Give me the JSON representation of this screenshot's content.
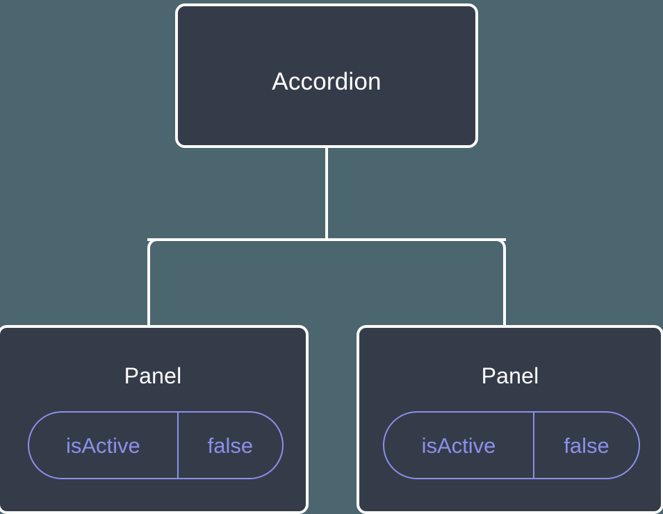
{
  "diagram": {
    "type": "component-tree",
    "background_color": "#4c6670",
    "node_fill_color": "#353c49",
    "node_border_color": "#ffffff",
    "edge_color": "#ffffff",
    "state_accent_color": "#8b90ec",
    "root": {
      "label": "Accordion"
    },
    "children": [
      {
        "label": "Panel",
        "state": {
          "key": "isActive",
          "value": "false"
        }
      },
      {
        "label": "Panel",
        "state": {
          "key": "isActive",
          "value": "false"
        }
      }
    ]
  }
}
